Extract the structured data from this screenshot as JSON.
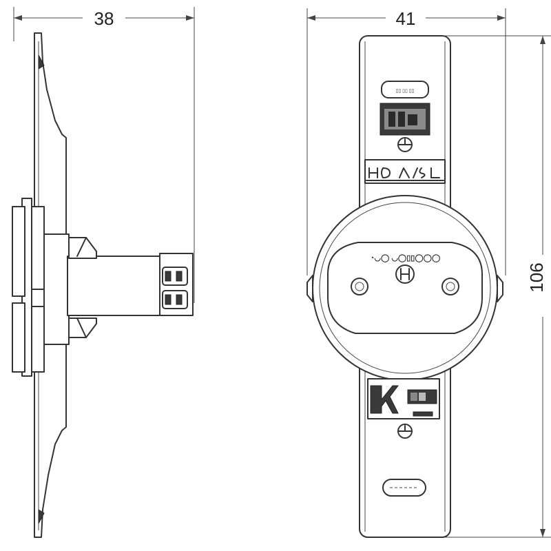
{
  "drawing": {
    "subject": "socket outlet technical drawing",
    "views": [
      "side-view",
      "front-view"
    ]
  },
  "dimensions": {
    "side_depth": "38",
    "front_width": "41",
    "front_height": "106"
  },
  "colors": {
    "line": "#333333",
    "background": "#ffffff"
  }
}
